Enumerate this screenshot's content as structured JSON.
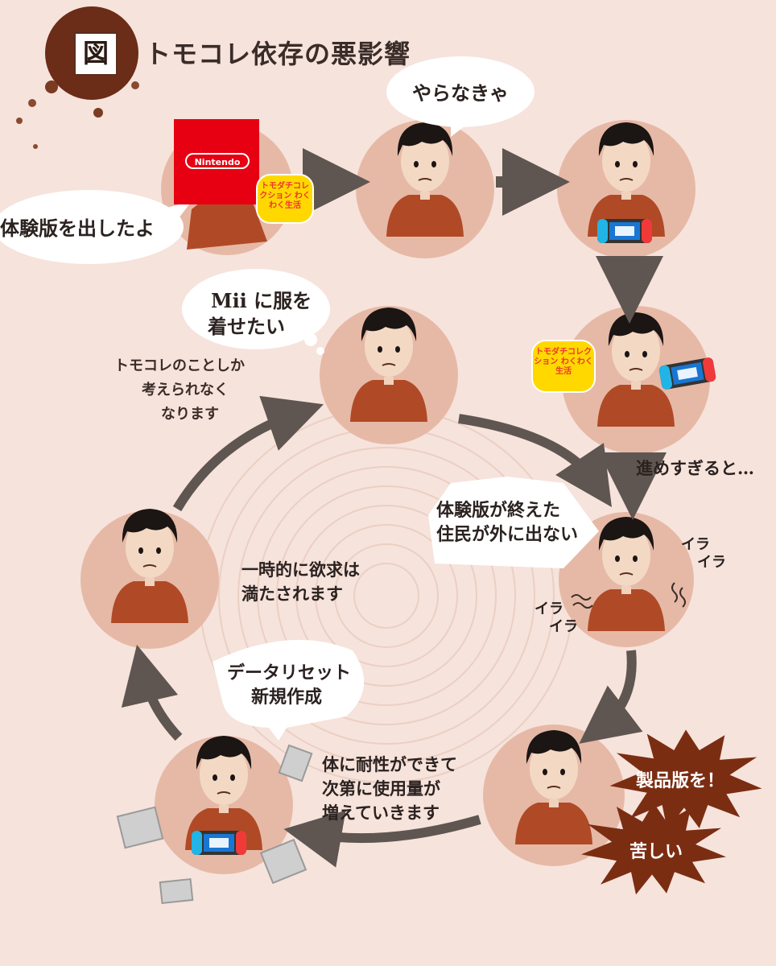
{
  "title": "トモコレ依存の悪影響",
  "badge": "図",
  "nintendo_logo": "Nintendo",
  "game_logo": "トモダチコレクション わくわく生活",
  "speech": {
    "trial_release": "体験版を出したよ",
    "must_do": "やらなきゃ",
    "mii_clothes_line1": "Mii に服を",
    "mii_clothes_line2": "着せたい",
    "data_reset_line1": "データリセット",
    "data_reset_line2": "新規作成",
    "residents_line1": "体験版が終えた",
    "residents_line2": "住民が外に出ない"
  },
  "labels": {
    "obsession_line1": "トモコレのことしか",
    "obsession_line2": "考えられなく",
    "obsession_line3": "なります",
    "too_far": "進めすぎると…",
    "satisfied_line1": "一時的に欲求は",
    "satisfied_line2": "満たされます",
    "tolerance_line1": "体に耐性ができて",
    "tolerance_line2": "次第に使用量が",
    "tolerance_line3": "増えていきます",
    "irritated_a1": "イラ",
    "irritated_a2": "イラ",
    "irritated_b1": "イラ",
    "irritated_b2": "イラ",
    "product_version": "製品版を！",
    "painful": "苦しい"
  },
  "colors": {
    "background": "#f6e3dc",
    "circle": "#e6b9a6",
    "sweater": "#b04a26",
    "arrow": "#5f5651",
    "burst": "#7b2d12",
    "nintendo_red": "#e60012",
    "logo_yellow": "#ffd800"
  }
}
